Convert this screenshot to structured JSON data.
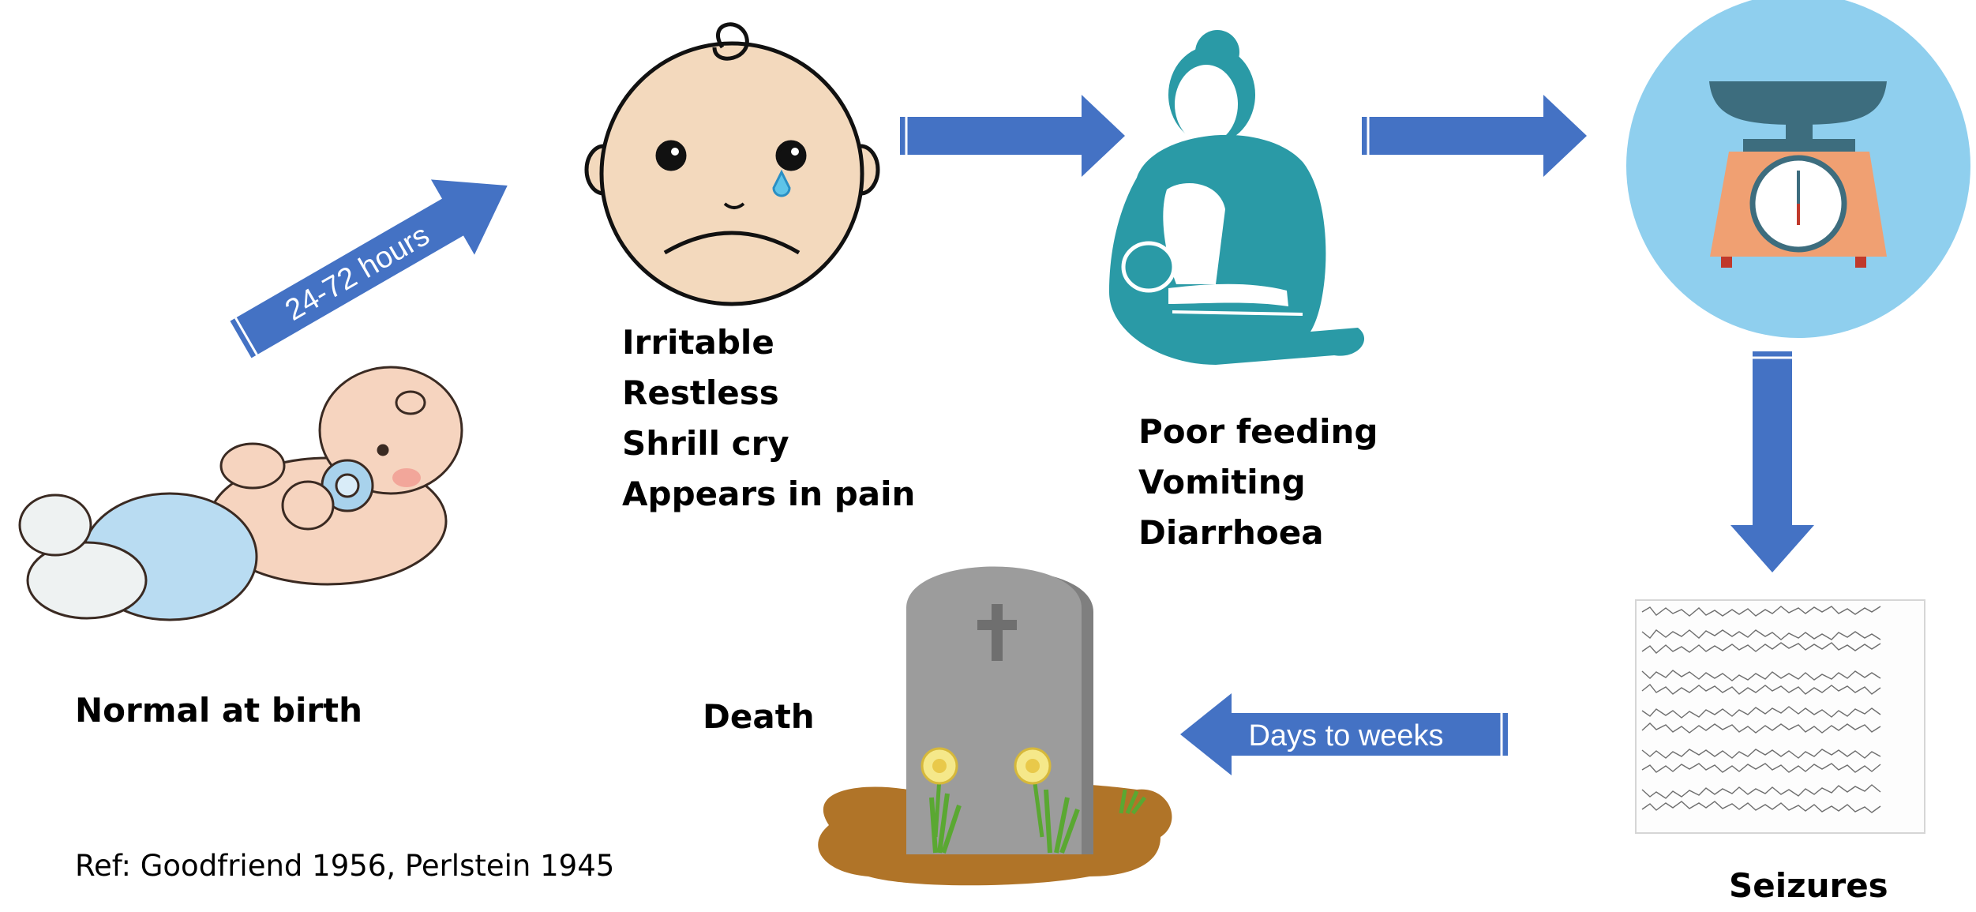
{
  "stages": {
    "birth": {
      "label": "Normal at birth"
    },
    "irritable": {
      "lines": [
        "Irritable",
        "Restless",
        "Shrill cry",
        "Appears in pain"
      ]
    },
    "feeding": {
      "lines": [
        "Poor feeding",
        "Vomiting",
        "Diarrhoea"
      ]
    },
    "seizures": {
      "label": "Seizures"
    },
    "death": {
      "label": "Death"
    }
  },
  "arrows": {
    "first": {
      "label": "24-72 hours"
    },
    "last": {
      "label": "Days to weeks"
    }
  },
  "reference": "Ref: Goodfriend 1956, Perlstein 1945",
  "icons": [
    "sleeping-baby-icon",
    "crying-baby-face-icon",
    "breastfeeding-mother-icon",
    "weighing-scale-icon",
    "eeg-trace-icon",
    "gravestone-icon"
  ],
  "colors": {
    "arrow": "#4472c4",
    "scale_circle": "#8fcfee",
    "scale_body": "#f0a072",
    "mother": "#2a9aa6",
    "face": "#f3d9bd",
    "tombstone": "#9c9c9c",
    "ground": "#b07428"
  }
}
